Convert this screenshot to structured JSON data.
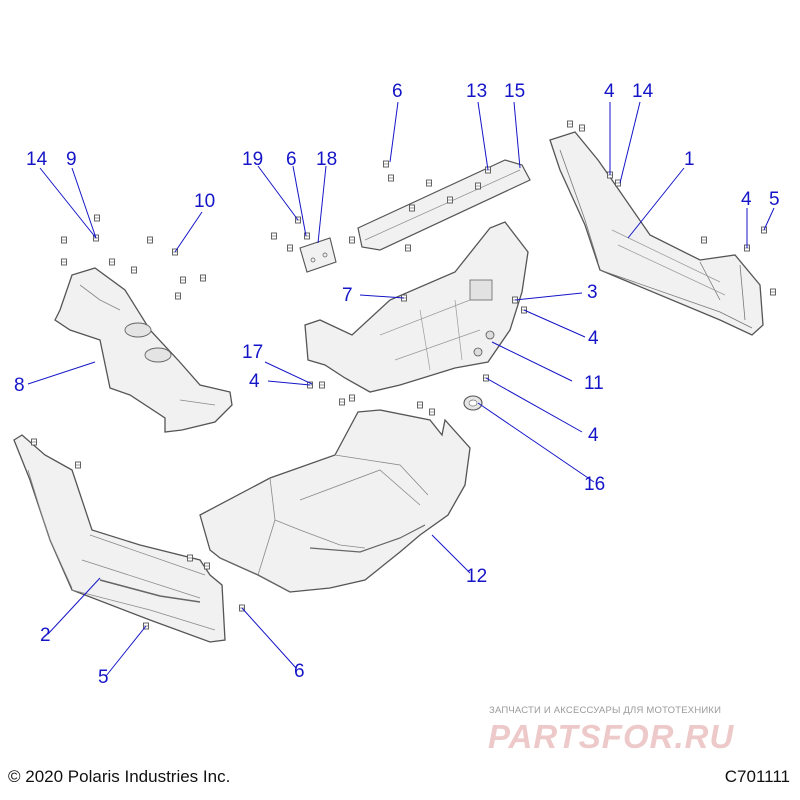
{
  "callouts": {
    "c1": "1",
    "c2": "2",
    "c3": "3",
    "c4a": "4",
    "c4b": "4",
    "c4c": "4",
    "c4d": "4",
    "c4e": "4",
    "c5a": "5",
    "c5b": "5",
    "c6a": "6",
    "c6b": "6",
    "c6c": "6",
    "c7": "7",
    "c8": "8",
    "c9": "9",
    "c10": "10",
    "c11": "11",
    "c12": "12",
    "c13": "13",
    "c14a": "14",
    "c14b": "14",
    "c15": "15",
    "c16": "16",
    "c17": "17",
    "c18": "18",
    "c19": "19"
  },
  "footer": {
    "copyright": "© 2020 Polaris Industries Inc.",
    "ref_code": "C701111"
  },
  "watermark": {
    "tagline": "ЗАПЧАСТИ И АКСЕССУАРЫ ДЛЯ МОТОТЕХНИКИ",
    "logo": "PARTSFOR.RU"
  },
  "colors": {
    "callout": "#1515c8",
    "leader": "#1515c8",
    "part_outline": "#555555",
    "part_fill": "#f1f1f1",
    "watermark_logo": "#e8b8b8"
  }
}
